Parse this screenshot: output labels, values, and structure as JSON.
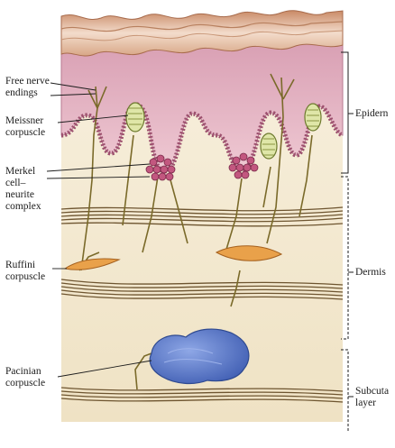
{
  "labels": {
    "free_nerve": [
      "Free nerve",
      "endings"
    ],
    "meissner": [
      "Meissner",
      "corpuscle"
    ],
    "merkel": [
      "Merkel",
      "cell–",
      "neurite",
      "complex"
    ],
    "ruffini": [
      "Ruffini",
      "corpuscle"
    ],
    "pacinian": [
      "Pacinian",
      "corpuscle"
    ]
  },
  "layers": {
    "epidermis": "Epidern",
    "dermis": "Dermis",
    "subcutaneous": [
      "Subcuta",
      "layer"
    ]
  },
  "colors": {
    "epidermis_pink": "#e6b3c2",
    "stratum_corneum": "#d7a58a",
    "dermis_cream": "#f5ecd6",
    "fiber_brown": "#6e5530",
    "ruffini_orange": "#e9a14a",
    "pacinian_blue": "#4f6fc2",
    "meissner_green": "#dfe6a8",
    "merkel_magenta": "#c2577f"
  }
}
